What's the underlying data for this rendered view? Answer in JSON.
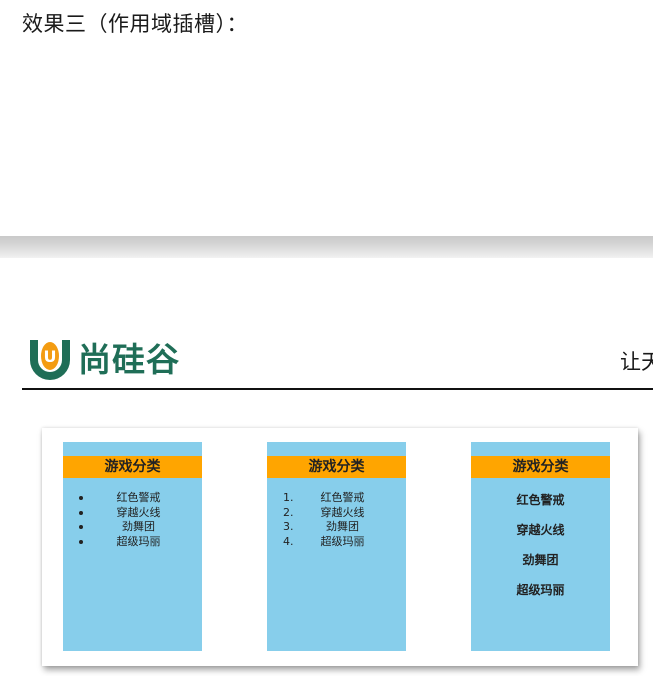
{
  "heading": "效果三（作用域插槽）：",
  "logo": {
    "text": "尚硅谷",
    "glyph": "U",
    "colors": {
      "green": "#1f6e57",
      "orange": "#f39c12"
    }
  },
  "slogan": "让天",
  "demo": {
    "colors": {
      "card_bg": "#87ceeb",
      "title_bg": "#ffa500"
    },
    "cards": [
      {
        "title": "游戏分类",
        "list_style": "bullet",
        "items": [
          "红色警戒",
          "穿越火线",
          "劲舞团",
          "超级玛丽"
        ]
      },
      {
        "title": "游戏分类",
        "list_style": "ordered",
        "markers": [
          "1.",
          "2.",
          "3.",
          "4."
        ],
        "items": [
          "红色警戒",
          "穿越火线",
          "劲舞团",
          "超级玛丽"
        ]
      },
      {
        "title": "游戏分类",
        "list_style": "heading",
        "items": [
          "红色警戒",
          "穿越火线",
          "劲舞团",
          "超级玛丽"
        ]
      }
    ]
  }
}
